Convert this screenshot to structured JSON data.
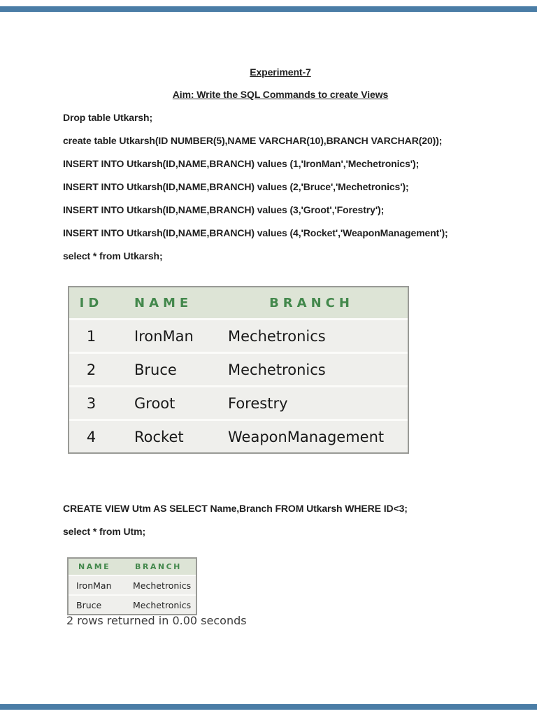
{
  "viewer": {
    "bar_color": "#4a7da6"
  },
  "document": {
    "title": "Experiment-7",
    "subtitle": "Aim: Write the SQL Commands to create Views",
    "sql_lines": [
      "Drop table Utkarsh;",
      "create table Utkarsh(ID NUMBER(5),NAME VARCHAR(10),BRANCH VARCHAR(20));",
      "INSERT INTO Utkarsh(ID,NAME,BRANCH) values (1,'IronMan','Mechetronics');",
      "INSERT INTO Utkarsh(ID,NAME,BRANCH) values (2,'Bruce','Mechetronics');",
      "INSERT INTO Utkarsh(ID,NAME,BRANCH) values (3,'Groot','Forestry');",
      "INSERT INTO Utkarsh(ID,NAME,BRANCH) values (4,'Rocket','WeaponManagement');",
      "select * from Utkarsh;"
    ],
    "result_table": {
      "headers": [
        "ID",
        "NAME",
        "BRANCH"
      ],
      "rows": [
        [
          "1",
          "IronMan",
          "Mechetronics"
        ],
        [
          "2",
          "Bruce",
          "Mechetronics"
        ],
        [
          "3",
          "Groot",
          "Forestry"
        ],
        [
          "4",
          "Rocket",
          "WeaponManagement"
        ]
      ],
      "header_text_color": "#43884c",
      "header_bg_color": "#dde4d6",
      "row_bg_color": "#efefec",
      "border_color": "#999a96"
    },
    "view_sql_lines": [
      "CREATE VIEW Utm AS SELECT Name,Branch FROM Utkarsh WHERE ID<3;",
      "select * from Utm;"
    ],
    "view_table": {
      "headers": [
        "NAME",
        "BRANCH"
      ],
      "rows": [
        [
          "IronMan",
          "Mechetronics"
        ],
        [
          "Bruce",
          "Mechetronics"
        ]
      ]
    },
    "status_text": "2 rows returned in 0.00 seconds"
  }
}
